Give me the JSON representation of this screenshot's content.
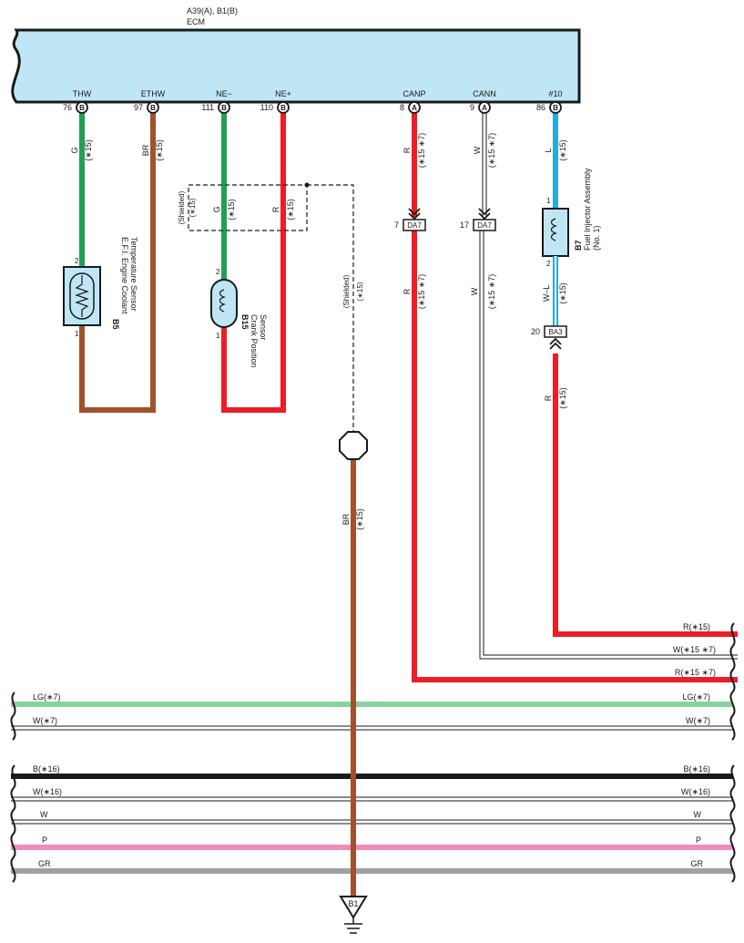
{
  "ecm": {
    "connector_title": "A39(A), B1(B)",
    "name": "ECM",
    "pins": [
      {
        "name": "THW",
        "num": "76",
        "conn": "B"
      },
      {
        "name": "ETHW",
        "num": "97",
        "conn": "B"
      },
      {
        "name": "NE−",
        "num": "111",
        "conn": "B"
      },
      {
        "name": "NE+",
        "num": "110",
        "conn": "B"
      },
      {
        "name": "CANP",
        "num": "8",
        "conn": "A"
      },
      {
        "name": "CANN",
        "num": "9",
        "conn": "A"
      },
      {
        "name": "#10",
        "num": "86",
        "conn": "B"
      }
    ]
  },
  "wire_labels": {
    "thw_color": "G",
    "thw_note": "(∗15)",
    "ethw_color": "BR",
    "ethw_note": "(∗15)",
    "nem_color": "G",
    "nem_note": "(∗15)",
    "nep_color": "R",
    "nep_note": "(∗15)",
    "canp_color": "R",
    "canp_note": "(∗15 ∗7)",
    "canp2_color": "R",
    "canp2_note": "(∗15 ∗7)",
    "cann_color": "W",
    "cann_note": "(∗15 ∗7)",
    "cann2_color": "W",
    "cann2_note": "(∗15 ∗7)",
    "inj_color": "L",
    "inj_note": "(∗15)",
    "inj2_color": "W–L",
    "inj2_note": "(∗15)",
    "inj3_color": "R",
    "inj3_note": "(∗15)",
    "shield_label": "(Shielded)",
    "shield_note": "(∗15)",
    "ground_color": "BR",
    "ground_note": "(∗15)",
    "shield_box_label": "(Shielded)",
    "shield_box_note": "(∗15)"
  },
  "components": {
    "b5_id": "B5",
    "b5_name1": "E.F.I. Engine Coolant",
    "b5_name2": "Temperature Sensor",
    "b5_pin_top": "2",
    "b5_pin_bottom": "1",
    "b15_id": "B15",
    "b15_name1": "Crank Position",
    "b15_name2": "Sensor",
    "b15_pin_top": "2",
    "b15_pin_bottom": "1",
    "b7_id": "B7",
    "b7_name1": "Fuel Injector Assembly",
    "b7_name2": "(No. 1)",
    "b7_pin_top": "1",
    "b7_pin_bottom": "2"
  },
  "junctions": {
    "da7_a_pin": "7",
    "da7_a_label": "DA7",
    "da7_b_pin": "17",
    "da7_b_label": "DA7",
    "ba3_pin": "20",
    "ba3_label": "BA3"
  },
  "ground": {
    "label": "B1"
  },
  "right_bus": [
    {
      "label": "R(∗15)"
    },
    {
      "label": "W(∗15 ∗7)"
    },
    {
      "label": "R(∗15 ∗7)"
    }
  ],
  "full_bus": [
    {
      "left": "LG(∗7)",
      "right": "LG(∗7)",
      "color": "#86d39d"
    },
    {
      "left": "W(∗7)",
      "right": "W(∗7)",
      "color": "#ffffff"
    },
    {
      "left": "B(∗16)",
      "right": "B(∗16)",
      "color": "#1a1a1a"
    },
    {
      "left": "W(∗16)",
      "right": "W(∗16)",
      "color": "#ffffff"
    },
    {
      "left": "W",
      "right": "W",
      "color": "#ffffff"
    },
    {
      "left": "P",
      "right": "P",
      "color": "#f08cb8"
    },
    {
      "left": "GR",
      "right": "GR",
      "color": "#a0a0a0"
    }
  ],
  "colors": {
    "ecm_fill": "#bfe6f5",
    "green": "#1fa055",
    "brown": "#a0522d",
    "red": "#ee1c25",
    "blue": "#27a9e1",
    "sensor_fill": "#bfe6f5"
  }
}
